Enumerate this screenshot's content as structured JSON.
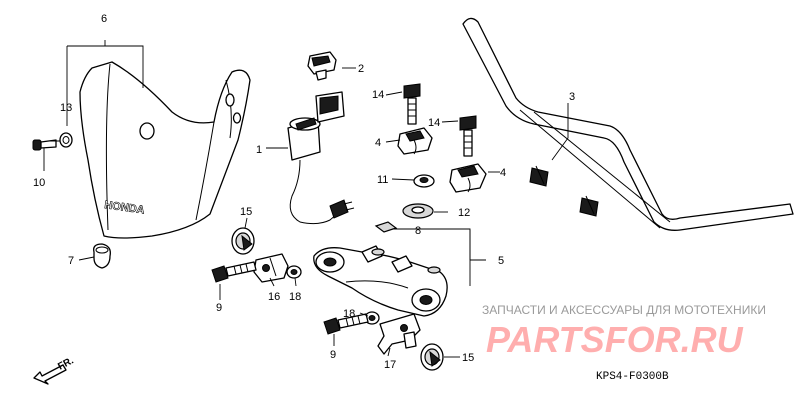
{
  "diagram": {
    "code": "KPS4-F0300B",
    "direction_label": "FR.",
    "brand_mark": "HONDA"
  },
  "watermark": {
    "subtitle": "ЗАПЧАСТИ И АКСЕССУАРЫ ДЛЯ МОТОТЕХНИКИ",
    "logo": "PARTSFOR.RU"
  },
  "callouts": {
    "c1": "1",
    "c2": "2",
    "c3": "3",
    "c4a": "4",
    "c4b": "4",
    "c5": "5",
    "c6": "6",
    "c7": "7",
    "c8": "8",
    "c9a": "9",
    "c9b": "9",
    "c10": "10",
    "c11": "11",
    "c12": "12",
    "c13": "13",
    "c14a": "14",
    "c14b": "14",
    "c15a": "15",
    "c15b": "15",
    "c16": "16",
    "c17": "17",
    "c18a": "18",
    "c18b": "18"
  },
  "parts": {
    "p1": "ignition-switch",
    "p2": "switch-key",
    "p3": "handlebar",
    "p4": "handlebar-holder",
    "p5": "top-bridge",
    "p6": "headlight-cowl",
    "p7": "cowl-grommet",
    "p8": "rubber-cushion",
    "p9": "flange-bolt",
    "p10": "cowl-screw",
    "p11": "flange-nut",
    "p12": "washer",
    "p13": "collar",
    "p14": "holder-bolt",
    "p15": "stay-grommet",
    "p16": "mounting-stay-left",
    "p17": "mounting-stay-right",
    "p18": "stay-nut"
  }
}
